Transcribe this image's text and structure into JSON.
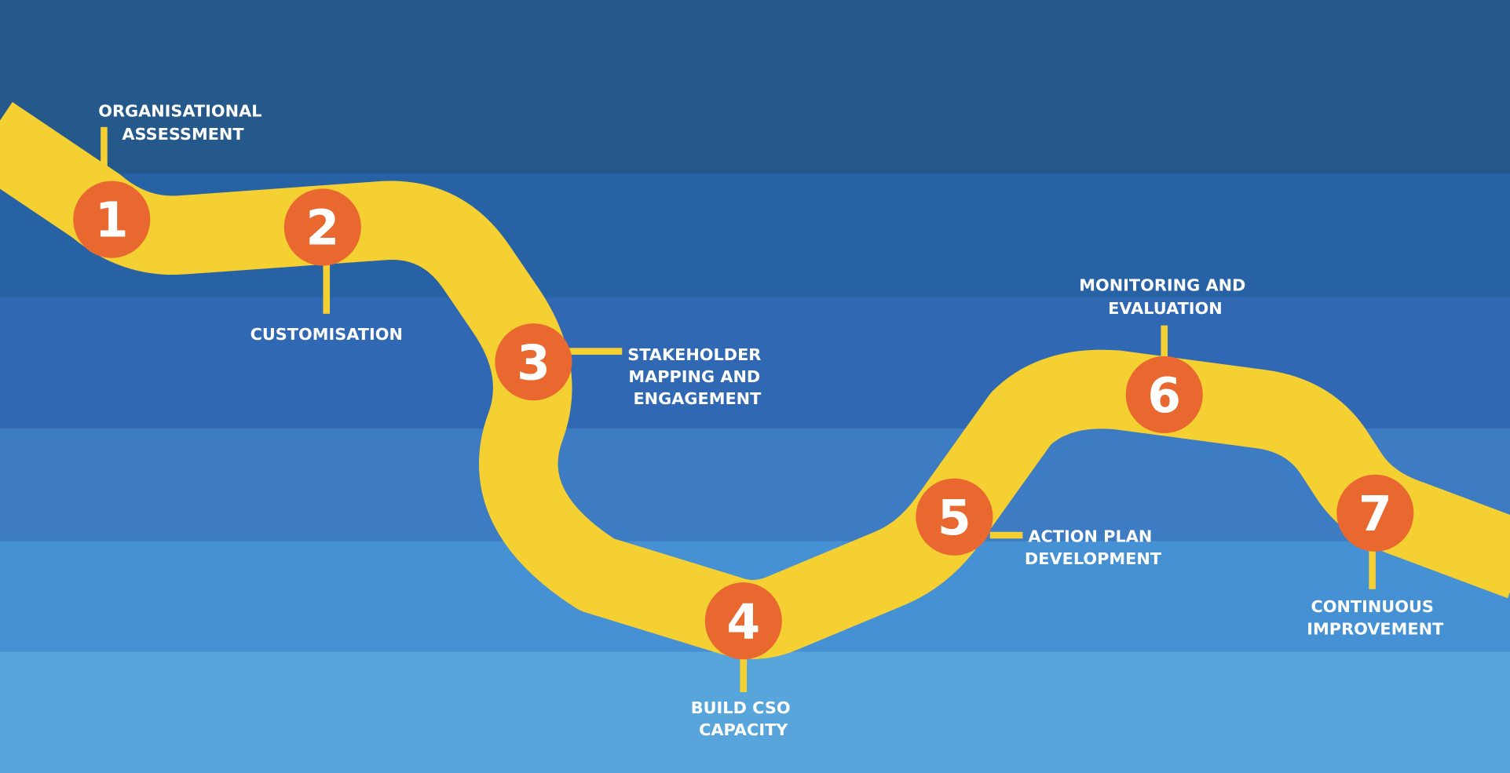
{
  "colors": {
    "bands": [
      "#25588b",
      "#2762a5",
      "#3068b3",
      "#3d7bc2",
      "#4690d4",
      "#58a5dc"
    ],
    "road": "#f5d033",
    "marker": "#e8682f",
    "text": "#ffffff"
  },
  "steps": [
    {
      "number": "1",
      "label_lines": [
        "ORGANISATIONAL",
        "ASSESSMENT"
      ]
    },
    {
      "number": "2",
      "label_lines": [
        "CUSTOMISATION"
      ]
    },
    {
      "number": "3",
      "label_lines": [
        "STAKEHOLDER",
        "MAPPING AND",
        "ENGAGEMENT"
      ]
    },
    {
      "number": "4",
      "label_lines": [
        "BUILD CSO",
        "CAPACITY"
      ]
    },
    {
      "number": "5",
      "label_lines": [
        "ACTION PLAN",
        "DEVELOPMENT"
      ]
    },
    {
      "number": "6",
      "label_lines": [
        "MONITORING AND",
        "EVALUATION"
      ]
    },
    {
      "number": "7",
      "label_lines": [
        "CONTINUOUS",
        "IMPROVEMENT"
      ]
    }
  ]
}
